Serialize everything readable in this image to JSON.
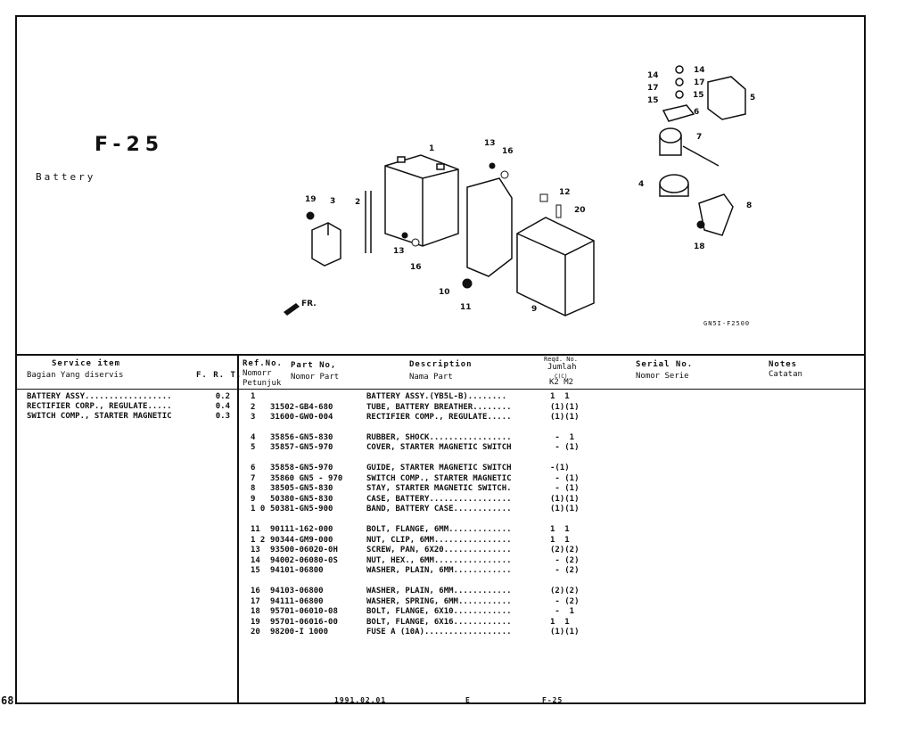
{
  "figure": {
    "code": "F-25",
    "subtitle": "Battery",
    "drawing_code": "GN5I-F2500",
    "arrow_label": "FR."
  },
  "callouts": [
    "1",
    "2",
    "3",
    "4",
    "5",
    "6",
    "7",
    "8",
    "9",
    "10",
    "11",
    "12",
    "13",
    "13",
    "14",
    "14",
    "15",
    "15",
    "16",
    "16",
    "17",
    "17",
    "18",
    "19",
    "20"
  ],
  "header": {
    "service_item": "Service  item",
    "service_item_id": "Bagian Yang diservis",
    "frt": "F. R. T.",
    "ref_no": "Ref.No.",
    "ref_no_id_1": "Nomorr",
    "ref_no_id_2": "Petunjuk",
    "part_no": "Part  No,",
    "part_no_id": "Nomor Part",
    "description": "Description",
    "description_id": "Nama Part",
    "reqd_no": "Reqd. No.",
    "reqd_no_id": "Jumlah",
    "reqd_models": "K2 M2",
    "reqd_c": "C(C)",
    "serial_no": "Serial No.",
    "serial_no_id": "Nomor Serie",
    "notes": "Notes",
    "notes_id": "Catatan"
  },
  "service_items": [
    {
      "name": "BATTERY ASSY..................",
      "frt": "0.2"
    },
    {
      "name": "RECTIFIER CORP., REGULATE.....",
      "frt": "0.4"
    },
    {
      "name": "SWITCH COMP., STARTER MAGNETIC",
      "frt": "0.3"
    }
  ],
  "parts": [
    {
      "ref": "1",
      "part": "",
      "desc": "BATTERY ASSY.(YB5L-B)........",
      "qty": "1  1"
    },
    {
      "ref": "2",
      "part": "31502-GB4-680",
      "desc": "TUBE, BATTERY BREATHER........",
      "qty": "(1)(1)"
    },
    {
      "ref": "3",
      "part": "31600-GW0-004",
      "desc": "RECTIFIER COMP., REGULATE.....",
      "qty": "(1)(1)"
    },
    {
      "ref": "",
      "part": "",
      "desc": "",
      "qty": ""
    },
    {
      "ref": "4",
      "part": "35856-GN5-830",
      "desc": "RUBBER, SHOCK.................",
      "qty": " -  1"
    },
    {
      "ref": "5",
      "part": "35857-GN5-970",
      "desc": "COVER, STARTER MAGNETIC SWITCH",
      "qty": " - (1)"
    },
    {
      "ref": "",
      "part": "",
      "desc": "",
      "qty": ""
    },
    {
      "ref": "6",
      "part": "35858-GN5-970",
      "desc": "GUIDE, STARTER MAGNETIC SWITCH",
      "qty": "-(1)"
    },
    {
      "ref": "7",
      "part": "35860 GN5 - 970",
      "desc": "SWITCH COMP., STARTER MAGNETIC",
      "qty": " - (1)"
    },
    {
      "ref": "8",
      "part": "38505-GN5-830",
      "desc": "STAY, STARTER MAGNETIC SWITCH.",
      "qty": " - (1)"
    },
    {
      "ref": "9",
      "part": "50380-GN5-830",
      "desc": "CASE, BATTERY.................",
      "qty": "(1)(1)"
    },
    {
      "ref": "1 0",
      "part": "50381-GN5-900",
      "desc": "BAND, BATTERY CASE............",
      "qty": "(1)(1)"
    },
    {
      "ref": "",
      "part": "",
      "desc": "",
      "qty": ""
    },
    {
      "ref": "11",
      "part": "90111-162-000",
      "desc": "BOLT, FLANGE, 6MM.............",
      "qty": "1  1"
    },
    {
      "ref": "1 2",
      "part": "90344-GM9-000",
      "desc": "NUT, CLIP, 6MM................",
      "qty": "1  1"
    },
    {
      "ref": "13",
      "part": "93500-06020-0H",
      "desc": "SCREW, PAN, 6X20..............",
      "qty": "(2)(2)"
    },
    {
      "ref": "14",
      "part": "94002-06080-0S",
      "desc": "NUT, HEX., 6MM................",
      "qty": " - (2)"
    },
    {
      "ref": "15",
      "part": "94101-06800",
      "desc": "WASHER, PLAIN, 6MM............",
      "qty": " - (2)"
    },
    {
      "ref": "",
      "part": "",
      "desc": "",
      "qty": ""
    },
    {
      "ref": "16",
      "part": "94103-06800",
      "desc": "WASHER, PLAIN, 6MM............",
      "qty": "(2)(2)"
    },
    {
      "ref": "17",
      "part": "94111-06800",
      "desc": "WASHER, SPRING, 6MM...........",
      "qty": " - (2)"
    },
    {
      "ref": "18",
      "part": "95701-06010-08",
      "desc": "BOLT, FLANGE, 6X10............",
      "qty": " -  1"
    },
    {
      "ref": "19",
      "part": "95701-06016-00",
      "desc": "BOLT, FLANGE, 6X16............",
      "qty": "1  1"
    },
    {
      "ref": "20",
      "part": "98200-I 1000",
      "desc": "FUSE A (10A)..................",
      "qty": "(1)(1)"
    }
  ],
  "footer": {
    "date": "1991.02.01",
    "edition": "E",
    "code": "F-25",
    "page": "68"
  }
}
